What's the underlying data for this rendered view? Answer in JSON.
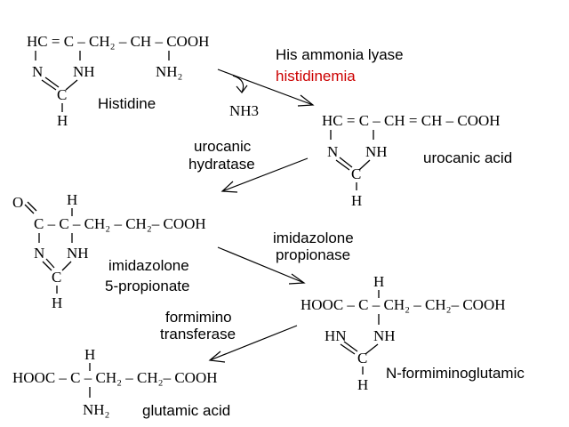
{
  "histidine": {
    "chain": "HC = C – CH₂ – CH – COOH",
    "n": "N",
    "nh": "NH",
    "nh2": "NH₂",
    "c": "C",
    "h": "H",
    "name": "Histidine"
  },
  "step1": {
    "enzyme": "His ammonia lyase",
    "disease": "histidinemia",
    "byproduct": "NH3"
  },
  "urocanic": {
    "chain": "HC = C – CH = CH – COOH",
    "n": "N",
    "nh": "NH",
    "c": "C",
    "h": "H",
    "name": "urocanic acid"
  },
  "step2": {
    "enzyme_line1": "urocanic",
    "enzyme_line2": "hydratase"
  },
  "imidazolone": {
    "o": "O",
    "h_top": "H",
    "chain": "C – C – CH₂ – CH₂– COOH",
    "n": "N",
    "nh": "NH",
    "c": "C",
    "h": "H",
    "name_line1": "imidazolone",
    "name_line2": "5-propionate"
  },
  "step3": {
    "enzyme_line1": "imidazolone",
    "enzyme_line2": "propionase"
  },
  "formimino": {
    "h_top": "H",
    "chain": "HOOC – C – CH₂ – CH₂– COOH",
    "hn": "HN",
    "nh": "NH",
    "c": "C",
    "h": "H",
    "name": "N-formiminoglutamic"
  },
  "step4": {
    "enzyme_line1": "formimino",
    "enzyme_line2": "transferase"
  },
  "glutamic": {
    "h_top": "H",
    "chain": "HOOC – C – CH₂ – CH₂– COOH",
    "nh2": "NH₂",
    "name": "glutamic acid"
  },
  "colors": {
    "disease": "#cc0000"
  }
}
